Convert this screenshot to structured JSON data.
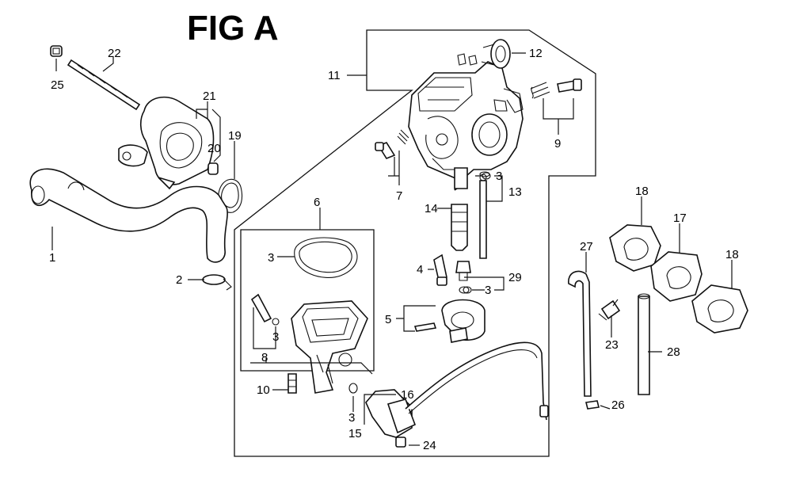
{
  "title": "FIG A",
  "callouts": {
    "c1": "1",
    "c2": "2",
    "c3a": "3",
    "c3b": "3",
    "c3c": "3",
    "c3d": "3",
    "c3e": "3",
    "c4": "4",
    "c5": "5",
    "c6": "6",
    "c7": "7",
    "c8": "8",
    "c9": "9",
    "c10": "10",
    "c11": "11",
    "c12": "12",
    "c13": "13",
    "c14": "14",
    "c15": "15",
    "c16": "16",
    "c17": "17",
    "c18a": "18",
    "c18b": "18",
    "c19": "19",
    "c20": "20",
    "c21": "21",
    "c22": "22",
    "c23": "23",
    "c24": "24",
    "c25": "25",
    "c26": "26",
    "c27": "27",
    "c28": "28",
    "c29": "29"
  }
}
